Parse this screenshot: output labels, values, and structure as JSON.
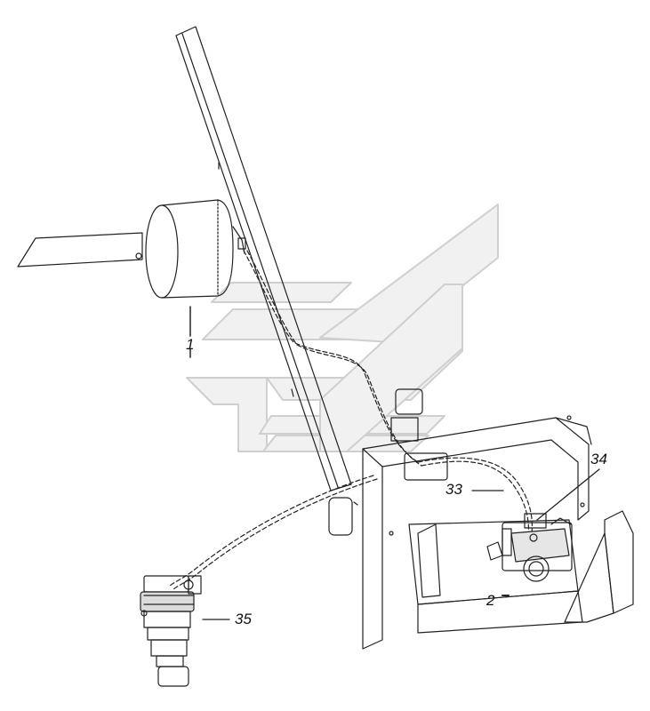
{
  "callouts": {
    "c1": "1",
    "c2": "2",
    "c33": "33",
    "c34": "34",
    "c35": "35"
  },
  "colors": {
    "line": "#222222",
    "watermark": "#d9d9d9",
    "shading": "#bdbdbd"
  }
}
